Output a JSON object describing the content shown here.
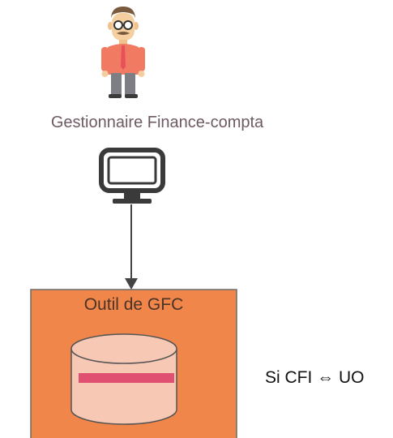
{
  "role": {
    "label": "Gestionnaire Finance-compta",
    "icon": "person-with-glasses-icon"
  },
  "terminal": {
    "icon": "monitor-icon"
  },
  "tool": {
    "title": "Outil de GFC",
    "database_icon": "database-cylinder-icon"
  },
  "note": "Si CFI ⇔ UO",
  "colors": {
    "tool_box_fill": "#f0864a",
    "tool_box_border": "#6b6b6b",
    "cylinder_fill": "#f7c8b4",
    "cylinder_stroke": "#555555",
    "stripe": "#e05070",
    "arrow": "#444444",
    "role_text": "#6d5a63"
  }
}
